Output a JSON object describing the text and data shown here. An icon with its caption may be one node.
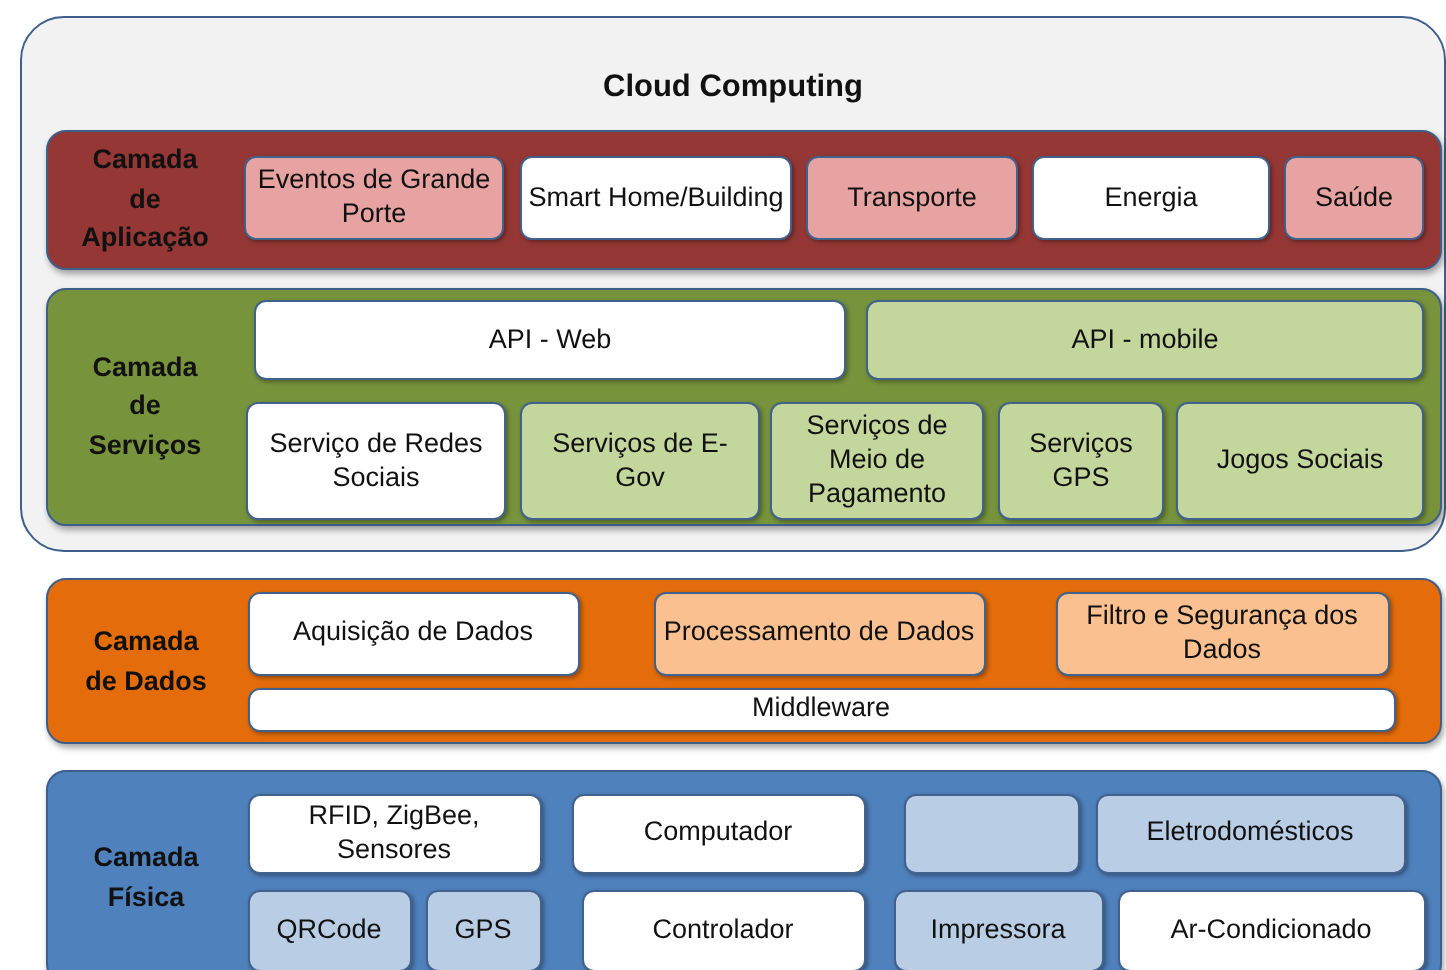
{
  "diagram": {
    "nodes": [
      {
        "text": [
          "Cloud Computing"
        ]
      },
      {
        "text": [
          "Camada de Aplicação"
        ],
        "in": 0
      },
      {
        "text": [
          "Eventos de Grande Porte"
        ],
        "in": 1
      },
      {
        "text": [
          "Smart Home/Building"
        ],
        "in": 1
      },
      {
        "text": [
          "Transporte"
        ],
        "in": 1
      },
      {
        "text": [
          "Energia"
        ],
        "in": 1
      },
      {
        "text": [
          "Saúde"
        ],
        "in": 1
      },
      {
        "text": [
          "Camada de Serviços"
        ],
        "in": 0
      },
      {
        "text": [
          "API - Web"
        ],
        "in": 7
      },
      {
        "text": [
          "API - mobile"
        ],
        "in": 7
      },
      {
        "text": [
          "Serviço de Redes Sociais"
        ],
        "in": 7
      },
      {
        "text": [
          "Serviços de E-Gov"
        ],
        "in": 7
      },
      {
        "text": [
          "Serviços de Meio de Pagamento"
        ],
        "in": 7
      },
      {
        "text": [
          "Serviços GPS"
        ],
        "in": 7
      },
      {
        "text": [
          "Jogos Sociais"
        ],
        "in": 7
      },
      {
        "text": [
          "Camada de Dados"
        ]
      },
      {
        "text": [
          "Aquisição de Dados"
        ],
        "in": 15
      },
      {
        "text": [
          "Processamento de Dados"
        ],
        "in": 15
      },
      {
        "text": [
          "Filtro e Segurança dos Dados"
        ],
        "in": 15
      },
      {
        "text": [
          "Middleware"
        ],
        "in": 15
      },
      {
        "text": [
          "Camada Física"
        ]
      },
      {
        "text": [
          "RFID, ZigBee, Sensores"
        ],
        "in": 20
      },
      {
        "text": [
          "Computador"
        ],
        "in": 20
      },
      {
        "text": [],
        "shape": "box",
        "in": 20
      },
      {
        "text": [
          "Eletrodomésticos"
        ],
        "in": 20
      },
      {
        "text": [
          "QRCode"
        ],
        "in": 20
      },
      {
        "text": [
          "GPS"
        ],
        "in": 20
      },
      {
        "text": [
          "Controlador"
        ],
        "in": 20
      },
      {
        "text": [
          "Impressora"
        ],
        "in": 20
      },
      {
        "text": [
          "Ar-Condicionado"
        ],
        "in": 20
      }
    ]
  }
}
